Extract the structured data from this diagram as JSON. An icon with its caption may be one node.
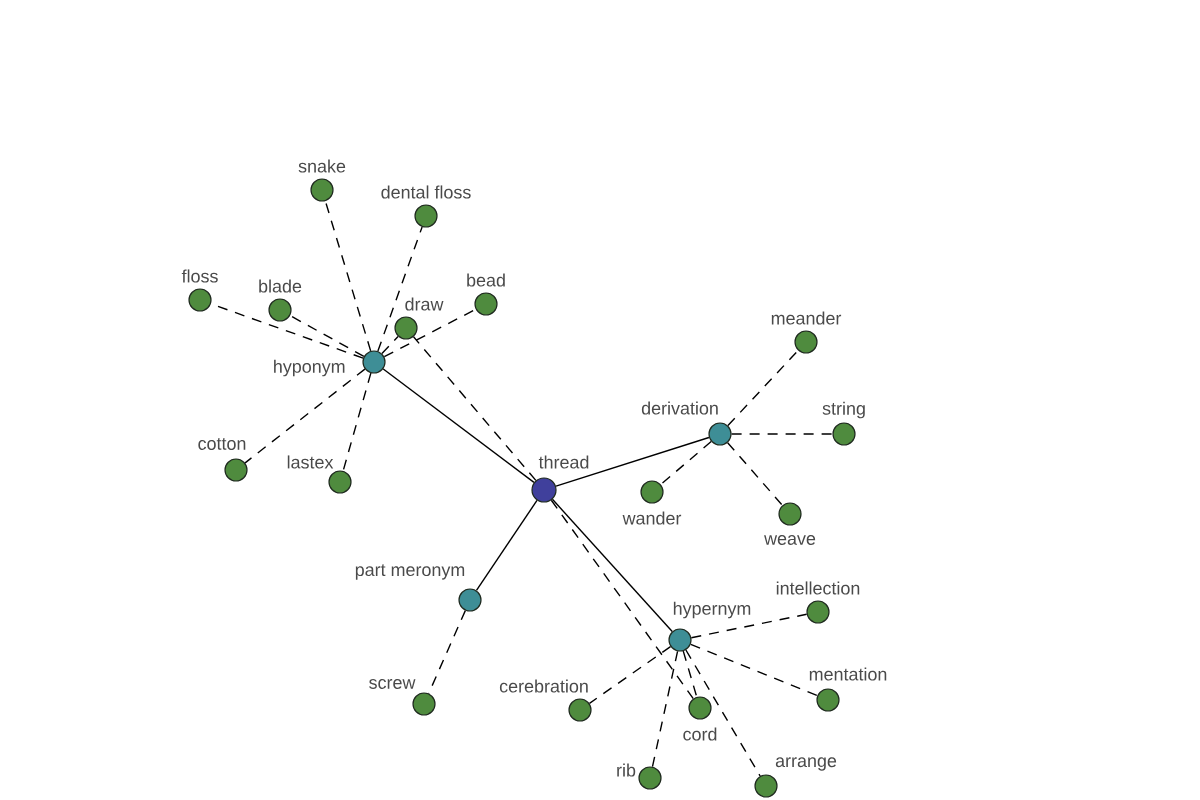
{
  "diagram": {
    "nodes": [
      {
        "text": [
          "snake"
        ]
      },
      {
        "text": [
          "dental floss"
        ]
      },
      {
        "text": [
          "floss"
        ]
      },
      {
        "text": [
          "bead"
        ]
      },
      {
        "text": [
          "draw"
        ]
      },
      {
        "text": [
          "meander"
        ]
      },
      {
        "text": [
          "blade"
        ]
      },
      {
        "text": [
          "hyponym"
        ]
      },
      {
        "text": [
          "derivation"
        ]
      },
      {
        "text": [
          "string"
        ]
      },
      {
        "text": [
          "cotton"
        ]
      },
      {
        "text": [
          "lastex"
        ]
      },
      {
        "text": [
          "thread"
        ]
      },
      {
        "text": [
          "wander"
        ]
      },
      {
        "text": [
          "weave"
        ]
      },
      {
        "text": [
          "part meronym"
        ]
      },
      {
        "text": [
          "intellection"
        ]
      },
      {
        "text": [
          "hypernym"
        ]
      },
      {
        "text": [
          "cord"
        ]
      },
      {
        "text": [
          "mentation"
        ]
      },
      {
        "text": [
          "screw"
        ]
      },
      {
        "text": [
          "cerebration"
        ]
      },
      {
        "text": [
          "rib"
        ]
      },
      {
        "text": [
          "arrange"
        ]
      }
    ],
    "edges": [
      {
        "from": 12,
        "to": 7,
        "arrow": "none"
      },
      {
        "from": 12,
        "to": 8,
        "arrow": "none"
      },
      {
        "from": 12,
        "to": 15,
        "arrow": "none"
      },
      {
        "from": 12,
        "to": 17,
        "arrow": "none"
      },
      {
        "from": 7,
        "to": 0,
        "arrow": "none",
        "style": "dashed"
      },
      {
        "from": 7,
        "to": 1,
        "arrow": "none",
        "style": "dashed"
      },
      {
        "from": 7,
        "to": 2,
        "arrow": "none",
        "style": "dashed"
      },
      {
        "from": 7,
        "to": 6,
        "arrow": "none",
        "style": "dashed"
      },
      {
        "from": 7,
        "to": 4,
        "arrow": "none",
        "style": "dashed"
      },
      {
        "from": 7,
        "to": 3,
        "arrow": "none",
        "style": "dashed"
      },
      {
        "from": 7,
        "to": 10,
        "arrow": "none",
        "style": "dashed"
      },
      {
        "from": 7,
        "to": 11,
        "arrow": "none",
        "style": "dashed"
      },
      {
        "from": 12,
        "to": 4,
        "arrow": "none",
        "style": "dashed"
      },
      {
        "from": 8,
        "to": 5,
        "arrow": "none",
        "style": "dashed"
      },
      {
        "from": 8,
        "to": 9,
        "arrow": "none",
        "style": "dashed"
      },
      {
        "from": 8,
        "to": 14,
        "arrow": "none",
        "style": "dashed"
      },
      {
        "from": 8,
        "to": 13,
        "arrow": "none",
        "style": "dashed"
      },
      {
        "from": 15,
        "to": 20,
        "arrow": "none",
        "style": "dashed"
      },
      {
        "from": 17,
        "to": 16,
        "arrow": "none",
        "style": "dashed"
      },
      {
        "from": 17,
        "to": 19,
        "arrow": "none",
        "style": "dashed"
      },
      {
        "from": 17,
        "to": 18,
        "arrow": "none",
        "style": "dashed"
      },
      {
        "from": 17,
        "to": 23,
        "arrow": "none",
        "style": "dashed"
      },
      {
        "from": 17,
        "to": 22,
        "arrow": "none",
        "style": "dashed"
      },
      {
        "from": 17,
        "to": 21,
        "arrow": "none",
        "style": "dashed"
      },
      {
        "from": 12,
        "to": 18,
        "arrow": "none",
        "style": "dashed"
      }
    ]
  }
}
